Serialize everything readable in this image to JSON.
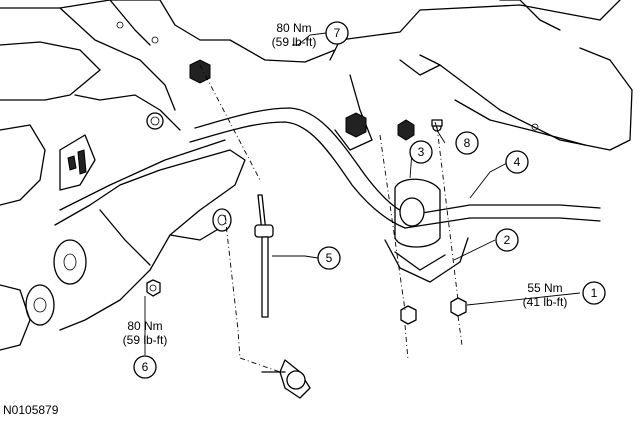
{
  "diagram": {
    "figure_id": "N0105879",
    "callouts": [
      {
        "id": "1",
        "number": "1",
        "torque_nm": "55 Nm",
        "torque_lbft": "(41 lb-ft)"
      },
      {
        "id": "2",
        "number": "2"
      },
      {
        "id": "3",
        "number": "3"
      },
      {
        "id": "4",
        "number": "4"
      },
      {
        "id": "5",
        "number": "5"
      },
      {
        "id": "6",
        "number": "6",
        "torque_nm": "80 Nm",
        "torque_lbft": "(59 lb-ft)"
      },
      {
        "id": "7",
        "number": "7",
        "torque_nm": "80 Nm",
        "torque_lbft": "(59 lb-ft)"
      },
      {
        "id": "8",
        "number": "8"
      }
    ]
  }
}
